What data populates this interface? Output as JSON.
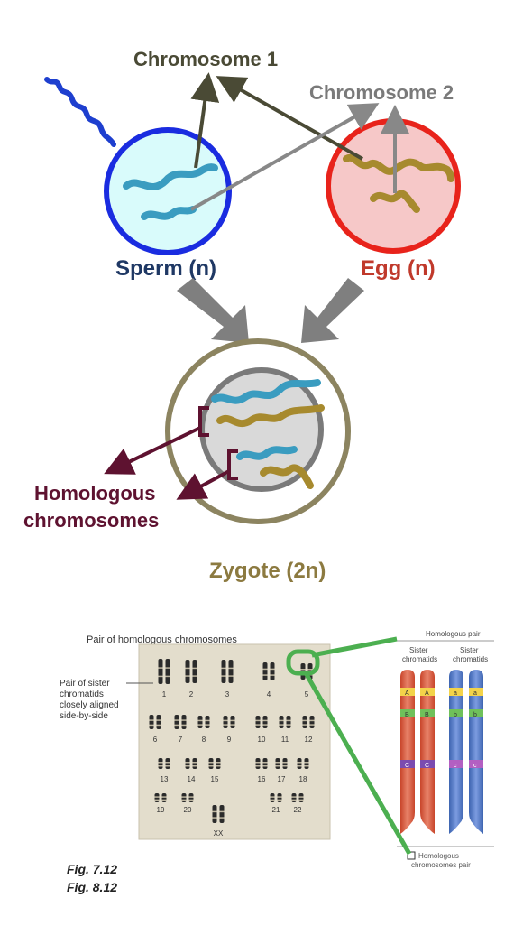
{
  "labels": {
    "chromosome1": "Chromosome 1",
    "chromosome2": "Chromosome 2",
    "sperm": "Sperm (n)",
    "egg": "Egg (n)",
    "homologous_line1": "Homologous",
    "homologous_line2": "chromosomes",
    "zygote": "Zygote (2n)"
  },
  "karyotype": {
    "title": "Pair of homologous chromosomes",
    "sister_note": [
      "Pair of sister",
      "chromatids",
      "closely aligned",
      "side-by-side"
    ],
    "numbers": [
      "1",
      "2",
      "3",
      "4",
      "5",
      "6",
      "7",
      "8",
      "9",
      "10",
      "11",
      "12",
      "13",
      "14",
      "15",
      "16",
      "17",
      "18",
      "19",
      "20",
      "21",
      "22",
      "XX"
    ]
  },
  "inset": {
    "title": "Homologous pair",
    "left_head": [
      "Sister",
      "chromatids"
    ],
    "right_head": [
      "Sister",
      "chromatids"
    ],
    "genes": [
      "A",
      "B",
      "C",
      "a",
      "b",
      "c"
    ],
    "footer": [
      "Homologous",
      "chromosomes pair"
    ]
  },
  "figures": [
    "Fig. 7.12",
    "Fig. 8.12"
  ],
  "colors": {
    "chromosome1_arrow": "#4a4a35",
    "chromosome2_arrow": "#888888",
    "sperm_label": "#1f3864",
    "egg_label": "#c0392b",
    "homologous_label": "#5e1230",
    "zygote_label": "#8c7a40",
    "teal_chromosome": "#3a9cc0",
    "gold_chromosome": "#a78a2e",
    "inset_highlight": "#4caf50"
  }
}
